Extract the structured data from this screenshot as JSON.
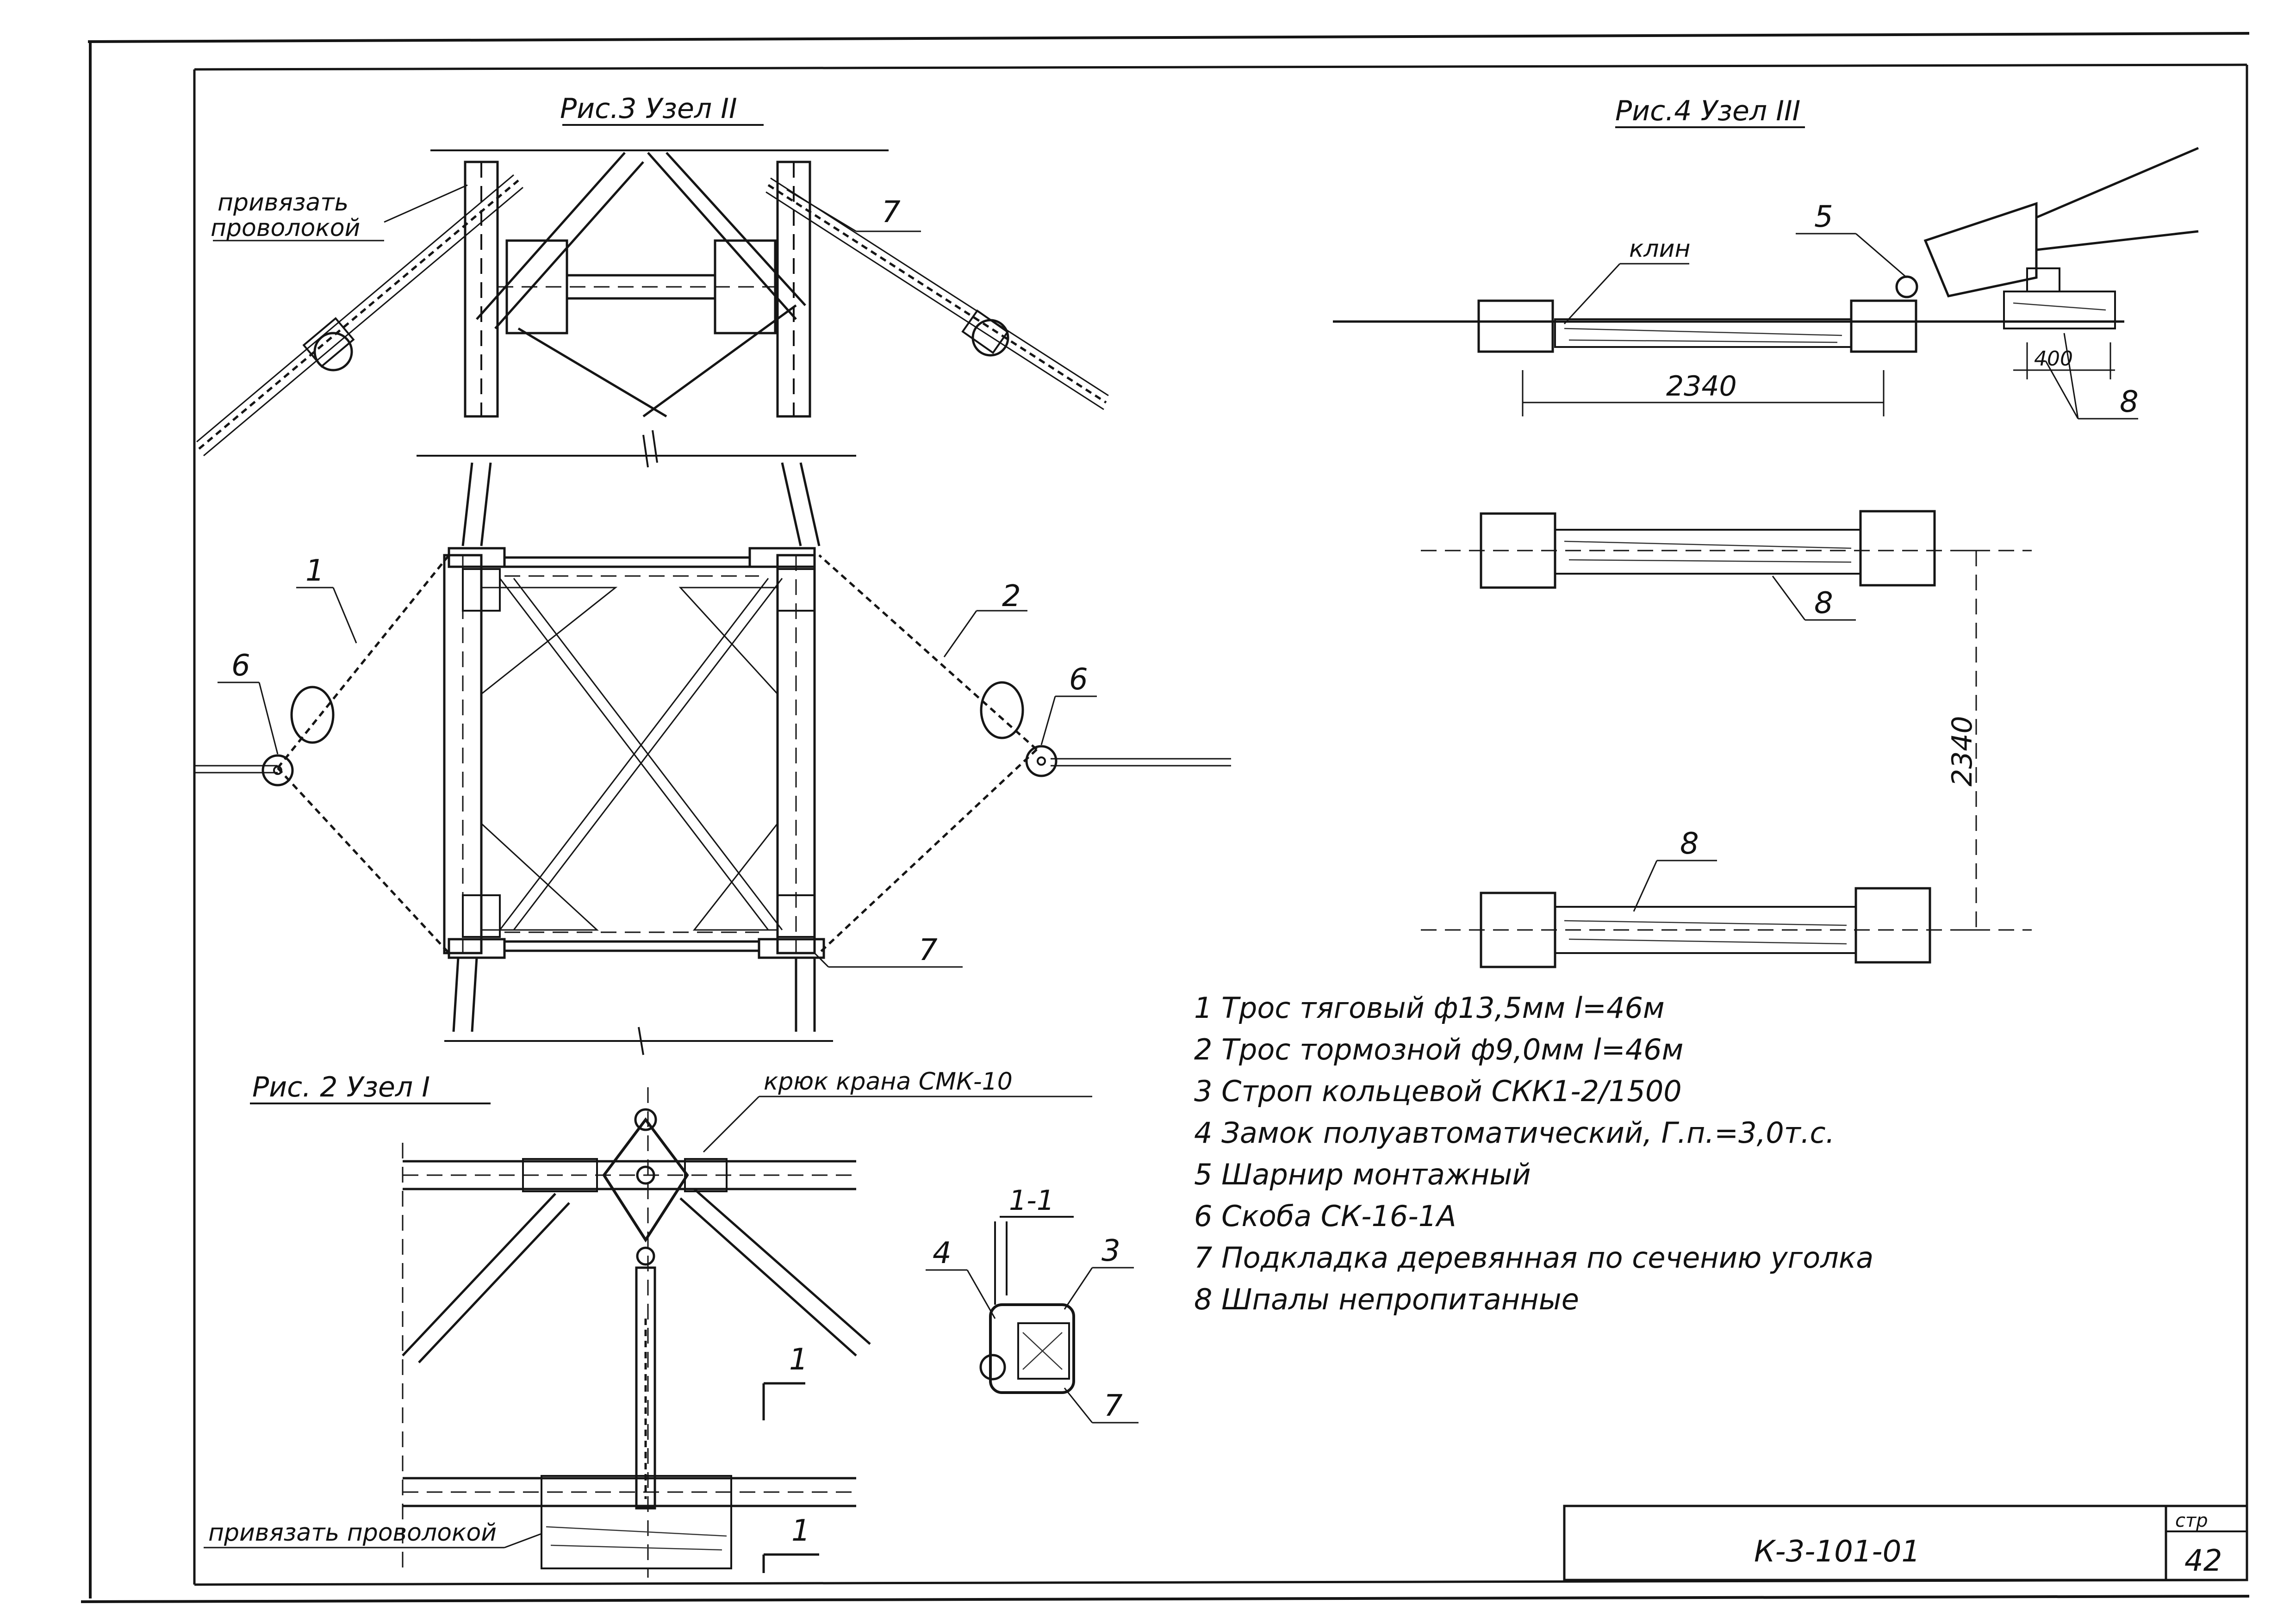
{
  "figures": {
    "fig3_title": "Рис.3 Узел II",
    "fig4_title": "Рис.4 Узел III",
    "fig2_title": "Рис. 2 Узел I",
    "section_title": "1-1"
  },
  "labels": {
    "tie_wire_top": [
      "привязать",
      "проволокой"
    ],
    "tie_wire_bottom": "привязать проволокой",
    "wedge": "клин",
    "crane_hook": "крюк крана СМК-10",
    "section_marker": "1"
  },
  "dimensions": {
    "length_main": "2340",
    "length_vertical": "2340",
    "offset": "400"
  },
  "callouts": {
    "n1": "1",
    "n2": "2",
    "n3": "3",
    "n4": "4",
    "n5": "5",
    "n6": "6",
    "n7": "7",
    "n8": "8"
  },
  "legend": [
    "1 Трос тяговый ф13,5мм l=46м",
    "2 Трос тормозной ф9,0мм l=46м",
    "3 Строп кольцевой СКК1-2/1500",
    "4 Замок полуавтоматический, Г.п.=3,0т.с.",
    "5 Шарнир монтажный",
    "6 Скоба СК-16-1А",
    "7 Подкладка деревянная по сечению уголка",
    "8 Шпалы непропитанные"
  ],
  "title_block": {
    "doc_code": "К-3-101-01",
    "page_label": "стр",
    "page_number": "42"
  }
}
